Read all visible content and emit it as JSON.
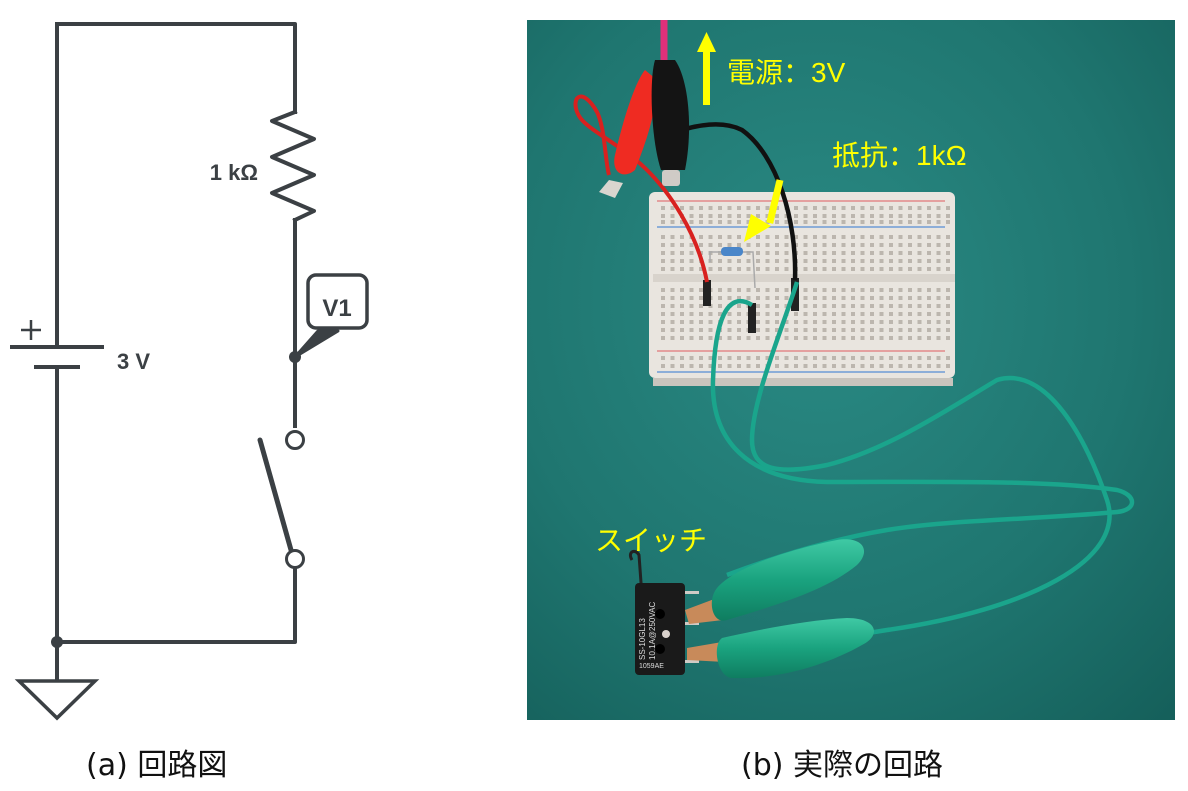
{
  "schematic": {
    "resistor_label": "1 kΩ",
    "source_label": "3 V",
    "source_plus": "+",
    "probe_label": "V1",
    "caption": "(a) 回路図",
    "stroke_color": "#3b4044"
  },
  "photo": {
    "power_label": "電源：3V",
    "resistor_label": "抵抗：1kΩ",
    "switch_label": "スイッチ",
    "switch_part_text_1": "SS-10GL13",
    "switch_part_text_2": "10.1A@250VAC",
    "switch_part_text_3": "1059AE",
    "caption": "(b) 実際の回路",
    "annotation_color": "#ffff00",
    "mat_color": "#1f7670",
    "wire_green": "#1aa58c",
    "wire_red": "#d8211f",
    "wire_black": "#111111"
  }
}
